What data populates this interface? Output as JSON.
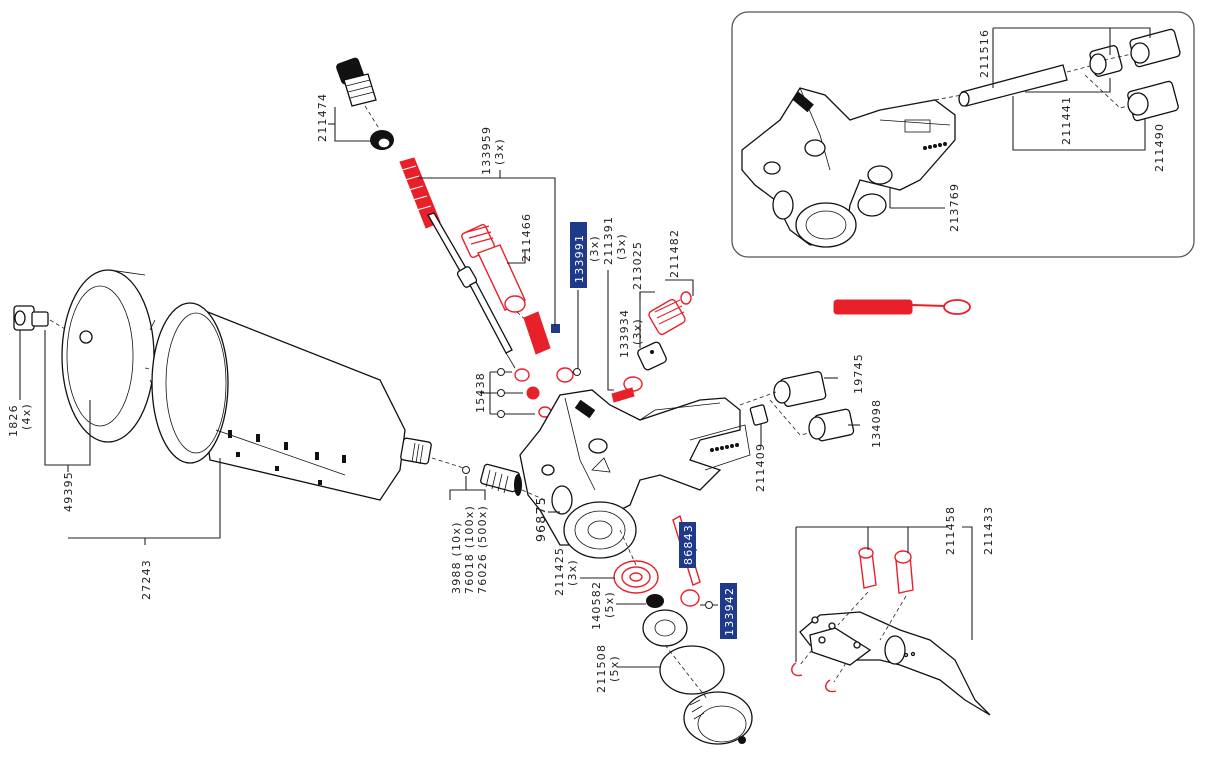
{
  "title": "Spray gun exploded parts diagram",
  "colors": {
    "highlight_box": "#1f3a8a",
    "accent_red": "#e8202a",
    "line": "#222222",
    "inset_frame": "#555555"
  },
  "labels": {
    "p211474": "211474",
    "p133959": "133959",
    "p133959_qty": "(3x)",
    "p211466": "211466",
    "p133991": "133991",
    "p133991_qty": "(3x)",
    "p211391": "211391",
    "p211391_qty": "(3x)",
    "p213025": "213025",
    "p211482": "211482",
    "p133934": "133934",
    "p133934_qty": "(3x)",
    "p15438": "15438",
    "p1826": "1826",
    "p1826_qty": "(4x)",
    "p49395": "49395",
    "p27243": "27243",
    "p3988": "3988   (10x)",
    "p76018": "76018 (100x)",
    "p76026": "76026 (500x)",
    "p96875": "96875",
    "p86843": "86843",
    "p211425": "211425",
    "p211425_qty": "(3x)",
    "p140582": "140582",
    "p140582_qty": "(5x)",
    "p133942": "133942",
    "p211508": "211508",
    "p211508_qty": "(5x)",
    "p19745": "19745",
    "p134098": "134098",
    "p211409": "211409",
    "p211458": "211458",
    "p211433": "211433",
    "inset": {
      "p211516": "211516",
      "p211441": "211441",
      "p211490": "211490",
      "p213769": "213769"
    }
  },
  "highlighted_parts": [
    "133991",
    "86843",
    "133942"
  ]
}
